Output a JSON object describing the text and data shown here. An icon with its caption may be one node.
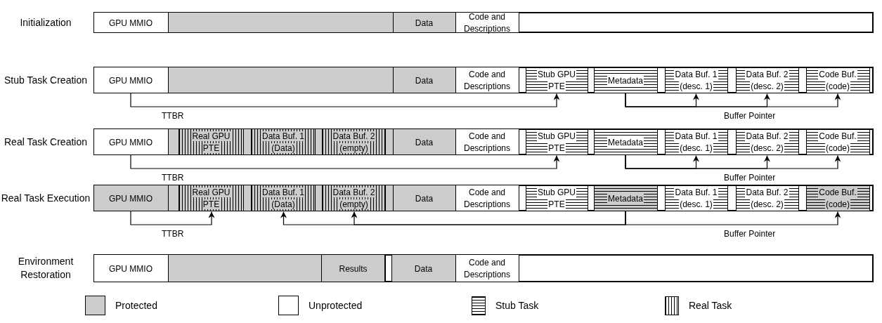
{
  "diagram": {
    "nodes": [
      {
        "text": [],
        "shape": "bar",
        "beside": [
          "Initialization"
        ]
      },
      {
        "text": [
          "GPU MMIO"
        ],
        "in": 0
      },
      {
        "text": [],
        "shape": "box",
        "in": 0
      },
      {
        "text": [
          "Data"
        ],
        "in": 0
      },
      {
        "text": [
          "Code and Descriptions"
        ],
        "in": 0
      },
      {
        "text": [],
        "shape": "bar",
        "beside": [
          "Stub Task Creation"
        ]
      },
      {
        "text": [
          "GPU MMIO"
        ],
        "in": 5
      },
      {
        "text": [],
        "shape": "box",
        "in": 5
      },
      {
        "text": [
          "Data"
        ],
        "in": 5
      },
      {
        "text": [
          "Code and Descriptions"
        ],
        "in": 5
      },
      {
        "text": [
          "Stub GPU PTE"
        ],
        "in": 5
      },
      {
        "text": [
          "Metadata"
        ],
        "in": 5
      },
      {
        "text": [
          "Data Buf. 1 (desc. 1)"
        ],
        "in": 5
      },
      {
        "text": [
          "Data Buf. 2 (desc. 2)"
        ],
        "in": 5
      },
      {
        "text": [
          "Code Buf. (code)"
        ],
        "in": 5
      },
      {
        "text": [],
        "shape": "bar",
        "beside": [
          "Real Task Creation"
        ]
      },
      {
        "text": [
          "GPU MMIO"
        ],
        "in": 15
      },
      {
        "text": [],
        "shape": "box",
        "in": 15
      },
      {
        "text": [
          "Real GPU PTE"
        ],
        "in": 17
      },
      {
        "text": [
          "Data Buf. 1 (Data)"
        ],
        "in": 17
      },
      {
        "text": [
          "Data Buf. 2 (empty)"
        ],
        "in": 17
      },
      {
        "text": [
          "Data"
        ],
        "in": 15
      },
      {
        "text": [
          "Code and Descriptions"
        ],
        "in": 15
      },
      {
        "text": [
          "Stub GPU PTE"
        ],
        "in": 15
      },
      {
        "text": [
          "Metadata"
        ],
        "in": 15
      },
      {
        "text": [
          "Data Buf. 1 (desc. 1)"
        ],
        "in": 15
      },
      {
        "text": [
          "Data Buf. 2 (desc. 2)"
        ],
        "in": 15
      },
      {
        "text": [
          "Code Buf. (code)"
        ],
        "in": 15
      },
      {
        "text": [],
        "shape": "bar",
        "beside": [
          "Real Task Execution"
        ]
      },
      {
        "text": [
          "GPU MMIO"
        ],
        "in": 28
      },
      {
        "text": [],
        "shape": "box",
        "in": 28
      },
      {
        "text": [
          "Real GPU PTE"
        ],
        "in": 30
      },
      {
        "text": [
          "Data Buf. 1 (Data)"
        ],
        "in": 30
      },
      {
        "text": [
          "Data Buf. 2 (empty)"
        ],
        "in": 30
      },
      {
        "text": [
          "Data"
        ],
        "in": 28
      },
      {
        "text": [
          "Code and Descriptions"
        ],
        "in": 28
      },
      {
        "text": [
          "Stub GPU PTE"
        ],
        "in": 28
      },
      {
        "text": [
          "Metadata"
        ],
        "in": 28
      },
      {
        "text": [
          "Data Buf. 1 (desc. 1)"
        ],
        "in": 28
      },
      {
        "text": [
          "Data Buf. 2 (desc. 2)"
        ],
        "in": 28
      },
      {
        "text": [
          "Code Buf. (code)"
        ],
        "in": 28
      },
      {
        "text": [],
        "shape": "bar",
        "beside": [
          "Environment Restoration"
        ]
      },
      {
        "text": [
          "GPU MMIO"
        ],
        "in": 41
      },
      {
        "text": [],
        "shape": "box",
        "in": 41
      },
      {
        "text": [
          "Results"
        ],
        "in": 43
      },
      {
        "text": [
          "Data"
        ],
        "in": 41
      },
      {
        "text": [
          "Code and Descriptions"
        ],
        "in": 41
      }
    ],
    "edges": [
      {
        "from": 6,
        "to": 10,
        "arrow": "to",
        "label": "TTBR"
      },
      {
        "from": 11,
        "to": 12,
        "arrow": "to"
      },
      {
        "from": 11,
        "to": 13,
        "arrow": "to",
        "label": "Buffer Pointer"
      },
      {
        "from": 11,
        "to": 14,
        "arrow": "to"
      },
      {
        "from": 16,
        "to": 23,
        "arrow": "to",
        "label": "TTBR"
      },
      {
        "from": 24,
        "to": 25,
        "arrow": "to"
      },
      {
        "from": 24,
        "to": 26,
        "arrow": "to",
        "label": "Buffer Pointer"
      },
      {
        "from": 24,
        "to": 27,
        "arrow": "to"
      },
      {
        "from": 29,
        "to": 31,
        "arrow": "to",
        "label": "TTBR"
      },
      {
        "from": 37,
        "to": 32,
        "arrow": "to"
      },
      {
        "from": 37,
        "to": 33,
        "arrow": "to"
      },
      {
        "from": 37,
        "to": 40,
        "arrow": "to",
        "label": "Buffer Pointer"
      }
    ],
    "legend": [
      {
        "text": "Protected",
        "color": "#cccccc"
      },
      {
        "text": "Unprotected",
        "color": "#ffffff"
      },
      {
        "text": "Stub Task"
      },
      {
        "text": "Real Task"
      }
    ]
  }
}
